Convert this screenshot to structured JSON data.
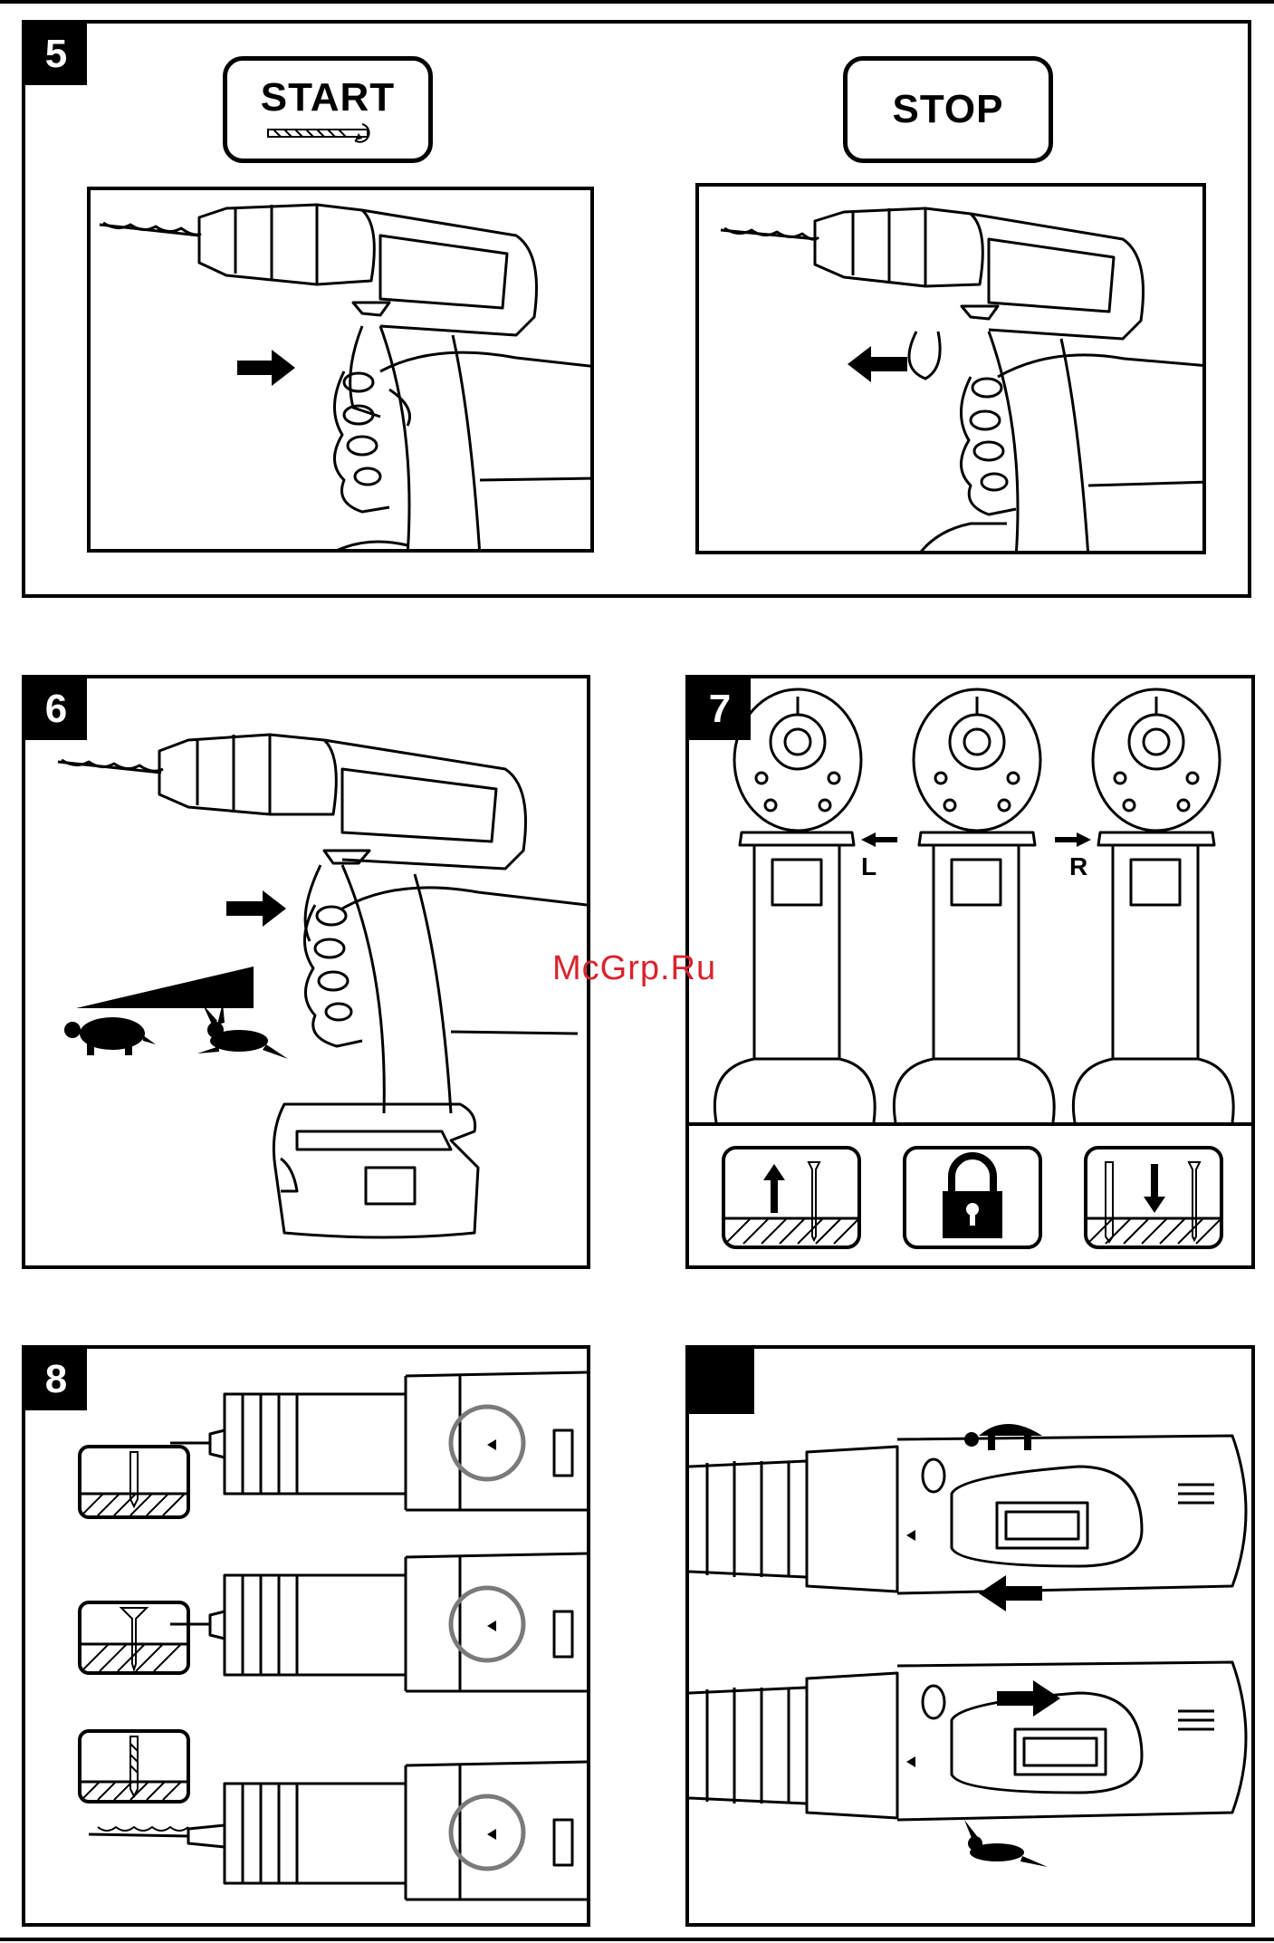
{
  "panels": {
    "p5": {
      "number": "5",
      "start_label": "START",
      "stop_label": "STOP"
    },
    "p6": {
      "number": "6"
    },
    "p7": {
      "number": "7",
      "left_label": "L",
      "right_label": "R"
    },
    "p8": {
      "number": "8"
    },
    "p9": {
      "number": ""
    }
  },
  "watermark": "McGrp.Ru",
  "colors": {
    "ink": "#000000",
    "paper": "#ffffff",
    "watermark": "#d9232d",
    "ring": "#7a7a7a"
  },
  "icons": {
    "start": "drill-bit-rotation-icon",
    "p6_speed": [
      "turtle-icon",
      "rabbit-icon"
    ],
    "p7_modes": [
      "screw-out-icon",
      "lock-icon",
      "screw-in-icon"
    ],
    "p8_modes": [
      "screw-icon",
      "countersunk-screw-icon",
      "drill-bit-icon"
    ]
  }
}
